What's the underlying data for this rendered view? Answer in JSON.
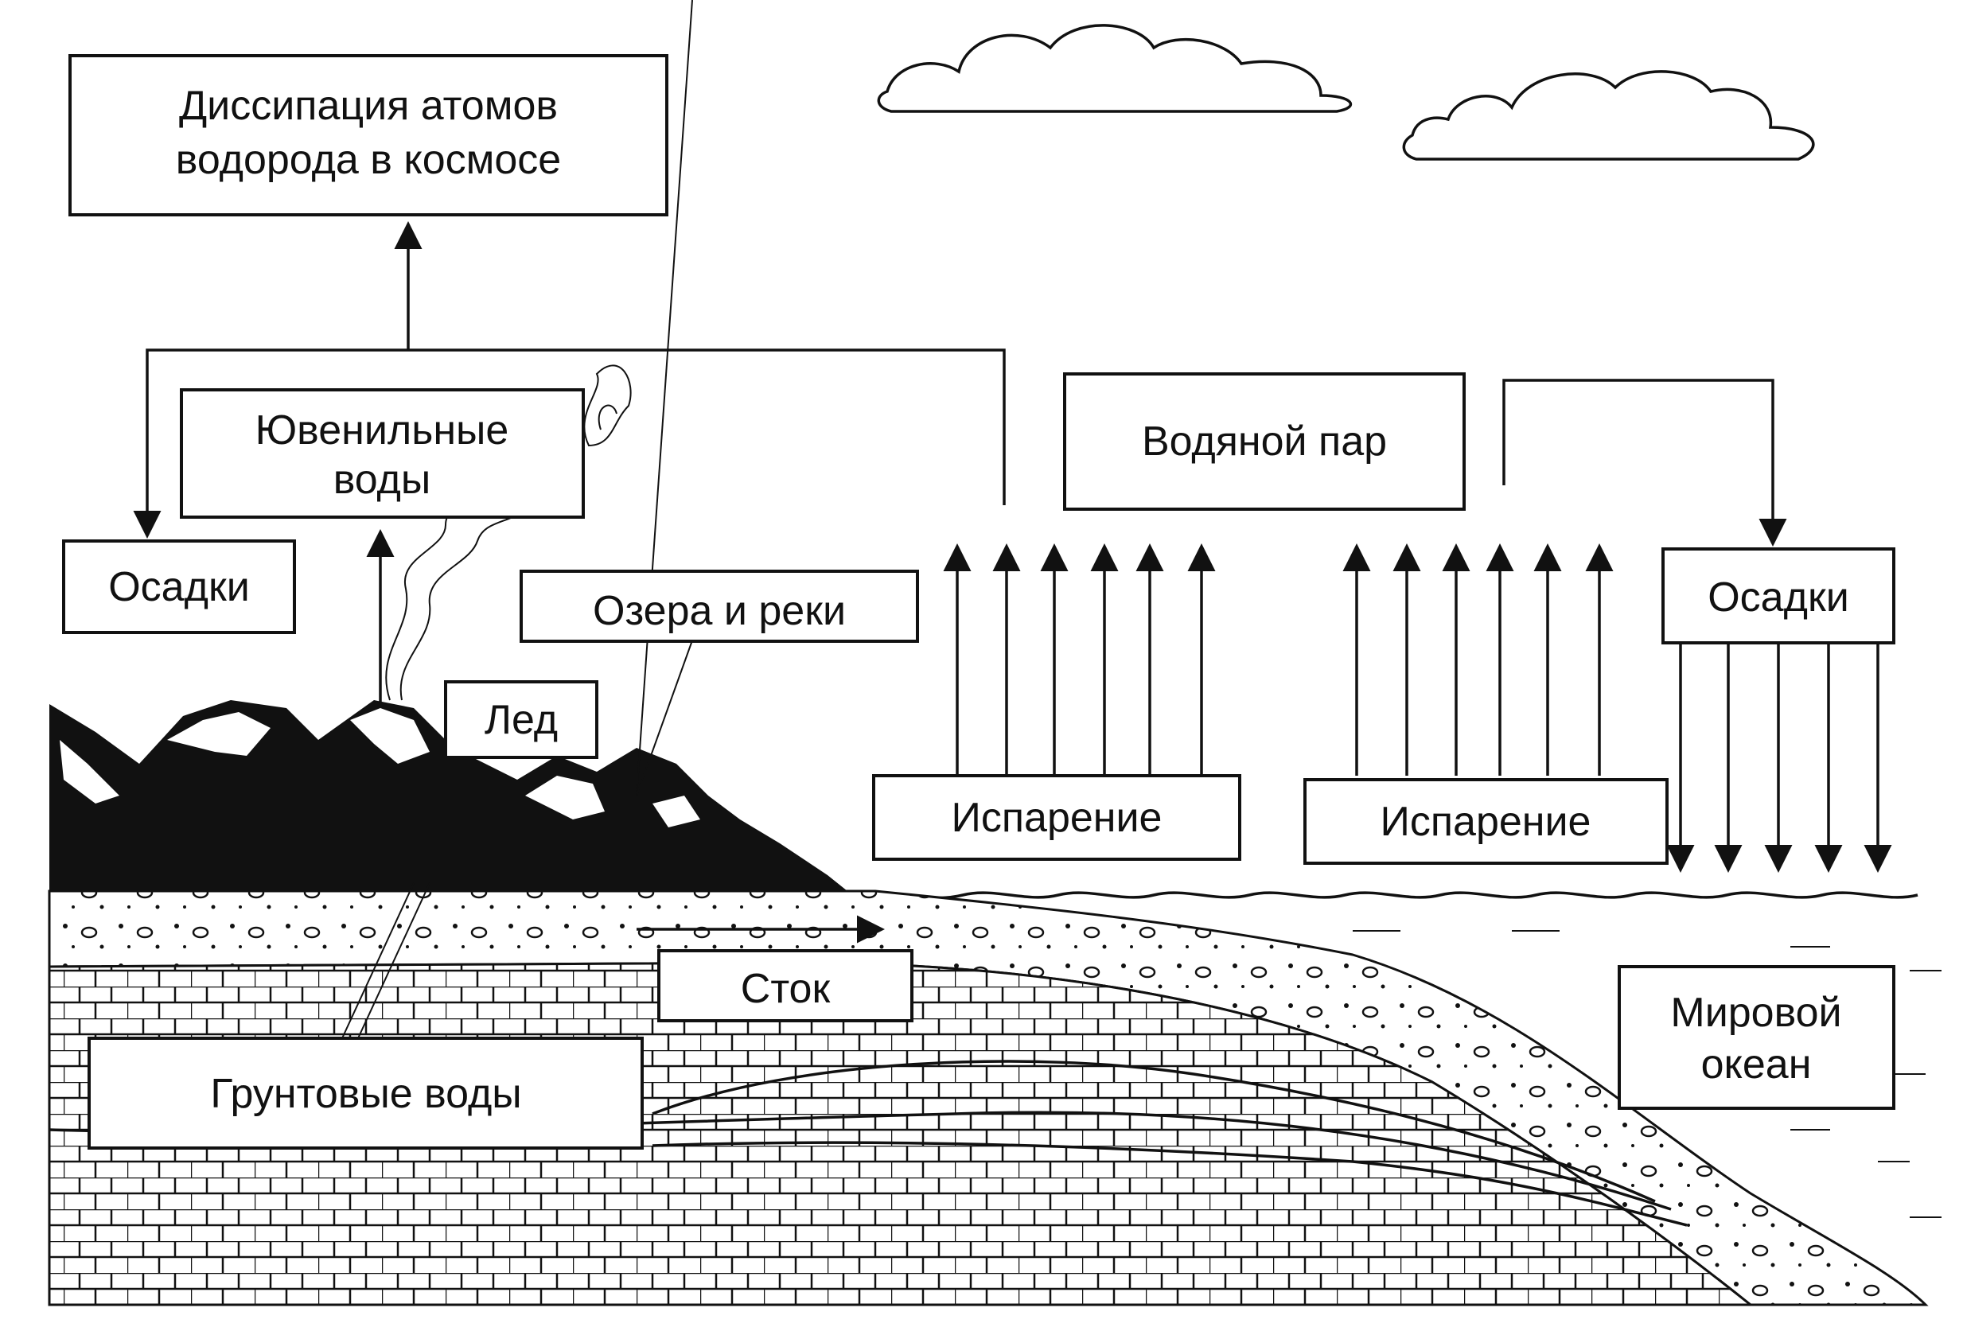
{
  "labels": {
    "dissipation_line1": "Диссипация атомов",
    "dissipation_line2": "водорода в космосе",
    "juvenile_line1": "Ювенильные",
    "juvenile_line2": "воды",
    "water_vapor": "Водяной пар",
    "precip_left": "Осадки",
    "precip_right": "Осадки",
    "lakes_rivers": "Озера и реки",
    "ice": "Лед",
    "evaporation_1": "Испарение",
    "evaporation_2": "Испарение",
    "runoff": "Сток",
    "groundwater": "Грунтовые воды",
    "ocean_line1": "Мировой",
    "ocean_line2": "океан"
  }
}
